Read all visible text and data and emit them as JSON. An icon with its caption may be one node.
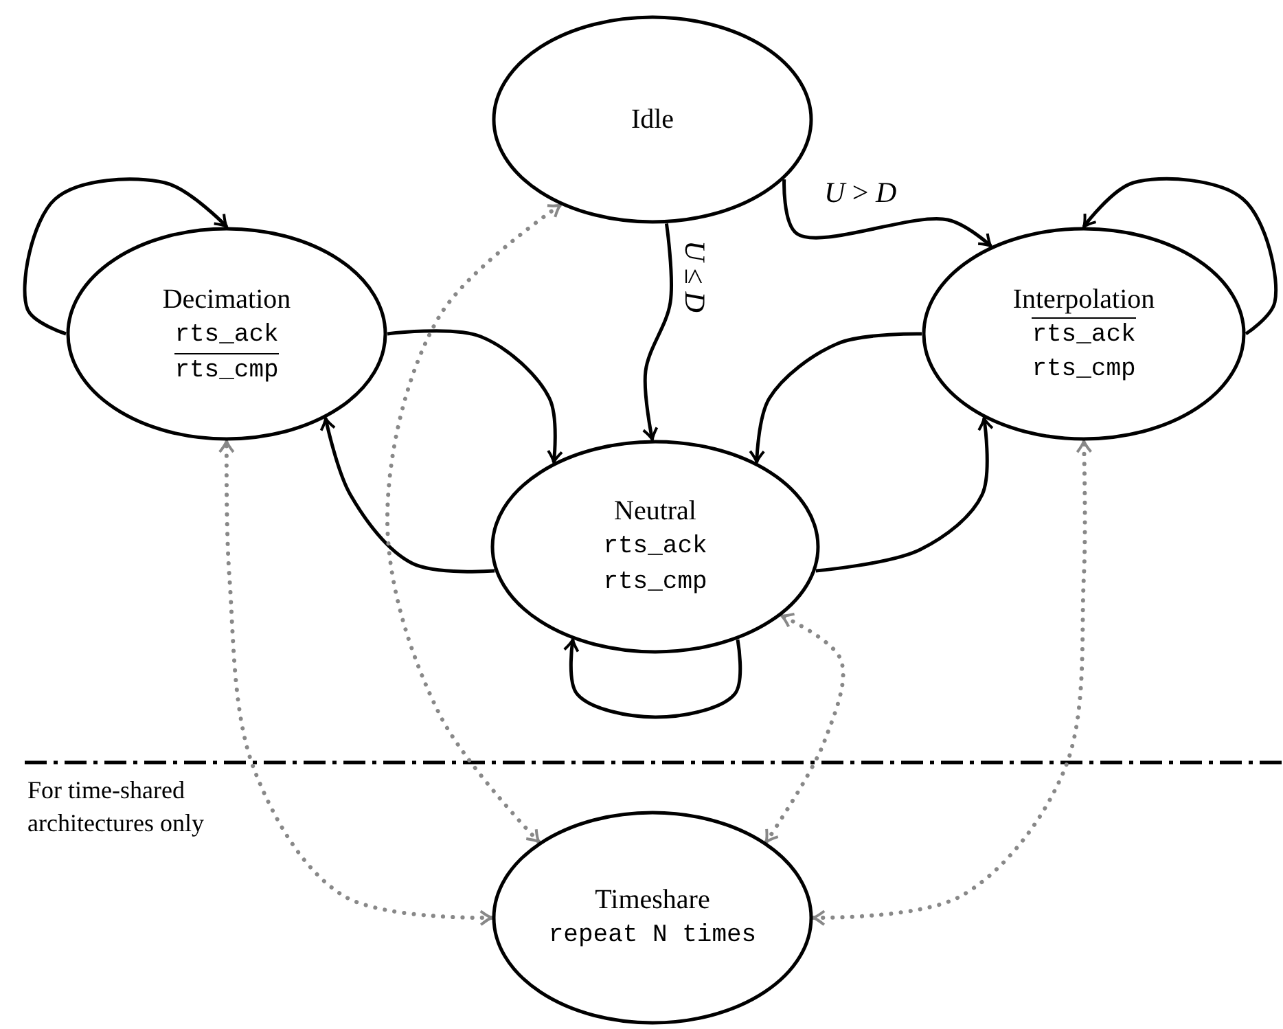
{
  "diagram": {
    "nodes": [
      {
        "text": [
          "Idle"
        ]
      },
      {
        "text": [
          "Decimation",
          "rts_ack",
          "rts_cmp"
        ]
      },
      {
        "text": [
          "Interpolation",
          "rts_ack",
          "rts_cmp"
        ]
      },
      {
        "text": [
          "Neutral",
          "rts_ack",
          "rts_cmp"
        ]
      },
      {
        "text": [
          "Timeshare",
          "repeat N times"
        ]
      }
    ],
    "edges": [
      {
        "from": 0,
        "to": 3,
        "arrow": "to",
        "label": "*U* ≤ *D*"
      },
      {
        "from": 0,
        "to": 2,
        "arrow": "to",
        "label": "*U* > *D*"
      },
      {
        "from": 1,
        "to": 3,
        "arrow": "to"
      },
      {
        "from": 3,
        "to": 1,
        "arrow": "to"
      },
      {
        "from": 2,
        "to": 3,
        "arrow": "to"
      },
      {
        "from": 3,
        "to": 2,
        "arrow": "to"
      },
      {
        "from": 1,
        "to": 1,
        "arrow": "to"
      },
      {
        "from": 2,
        "to": 2,
        "arrow": "to"
      },
      {
        "from": 3,
        "to": 3,
        "arrow": "to"
      },
      {
        "from": 4,
        "to": 1,
        "arrow": "both",
        "style": "dashed",
        "color": "#888888"
      },
      {
        "from": 4,
        "to": 0,
        "arrow": "both",
        "style": "dashed",
        "color": "#888888"
      },
      {
        "from": 4,
        "to": 3,
        "arrow": "both",
        "style": "dashed",
        "color": "#888888"
      },
      {
        "from": 4,
        "to": 2,
        "arrow": "both",
        "style": "dashed",
        "color": "#888888"
      }
    ],
    "labels": [
      "For time-shared architectures only"
    ]
  }
}
